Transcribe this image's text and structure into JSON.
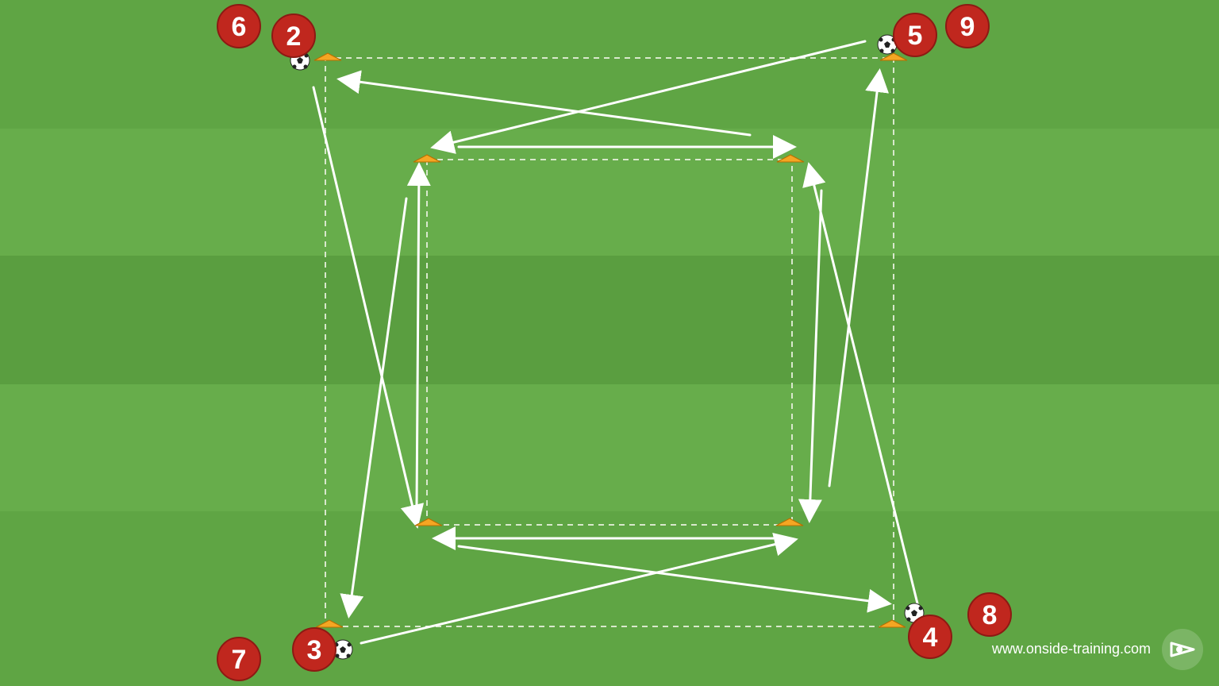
{
  "diagram": {
    "players": [
      {
        "number": "6",
        "id": "player-6"
      },
      {
        "number": "2",
        "id": "player-2"
      },
      {
        "number": "5",
        "id": "player-5"
      },
      {
        "number": "9",
        "id": "player-9"
      },
      {
        "number": "7",
        "id": "player-7"
      },
      {
        "number": "3",
        "id": "player-3"
      },
      {
        "number": "4",
        "id": "player-4"
      },
      {
        "number": "8",
        "id": "player-8"
      }
    ],
    "watermark": "www.onside-training.com",
    "colors": {
      "pitch": "#5fa544",
      "pitch_stripe": "#67ad4b",
      "player": "#c0271e",
      "cone": "#f5a623",
      "arrow": "#ffffff",
      "line": "#d8e8cc"
    },
    "icons": {
      "ball": "soccer-ball-icon",
      "cone": "cone-icon",
      "logo": "onside-logo-icon"
    }
  }
}
